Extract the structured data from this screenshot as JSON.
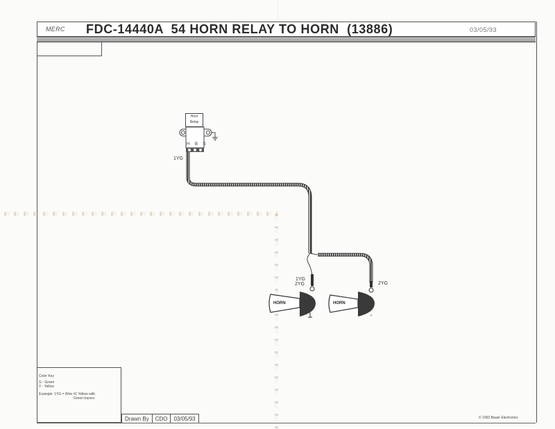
{
  "header": {
    "make": "MERC",
    "title": "FDC-14440A  54 HORN RELAY TO HORN  (13886)",
    "date": "03/05/93"
  },
  "relay": {
    "label_line1": "Horn",
    "label_line2": "Relay",
    "pins": "H B S",
    "ground_symbol": "ground-icon"
  },
  "wires": {
    "relay_wire_label": "1YG",
    "horn1_label_line1": "1YG",
    "horn1_label_line2": "2YG",
    "horn2_label": "2YG"
  },
  "horns": [
    {
      "label": "HORN"
    },
    {
      "label": "HORN"
    }
  ],
  "legend": {
    "title": "Color Key",
    "items": [
      "G - Green",
      "Y - Yellow"
    ],
    "example_line1": "Example:  1YG = Wire #1 Yellow with",
    "example_line2": "Green tracers"
  },
  "title_block": {
    "drawn_by_label": "Drawn By",
    "drawn_by": "CDO",
    "date": "03/05/93"
  },
  "footer": {
    "copyright": "© 1993 Bauer Electronics"
  }
}
